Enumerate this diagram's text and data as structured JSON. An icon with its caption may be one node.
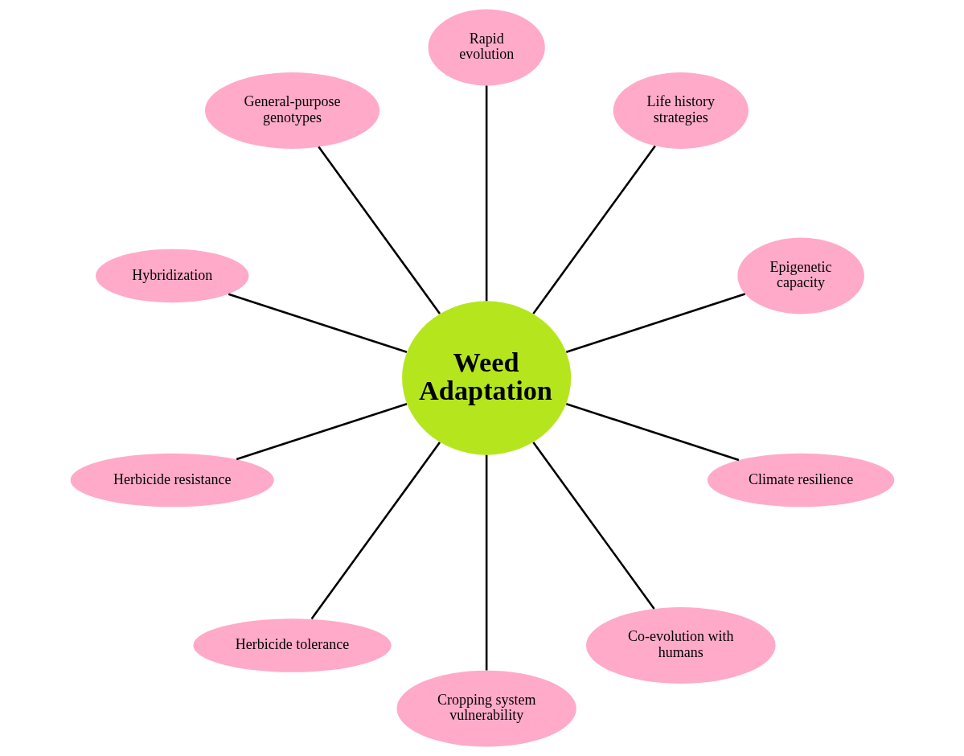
{
  "diagram": {
    "nodes": [
      {
        "text": [
          "Weed Adaptation"
        ]
      },
      {
        "text": [
          "Epigenetic capacity"
        ]
      },
      {
        "text": [
          "Life history strategies"
        ]
      },
      {
        "text": [
          "Rapid evolution"
        ]
      },
      {
        "text": [
          "General-purpose genotypes"
        ]
      },
      {
        "text": [
          "Hybridization"
        ]
      },
      {
        "text": [
          "Herbicide resistance"
        ]
      },
      {
        "text": [
          "Herbicide tolerance"
        ]
      },
      {
        "text": [
          "Cropping system vulnerability"
        ]
      },
      {
        "text": [
          "Co-evolution with humans"
        ]
      },
      {
        "text": [
          "Climate resilience"
        ]
      }
    ],
    "edges": [
      {
        "from": 0,
        "to": 1,
        "arrow": "none"
      },
      {
        "from": 0,
        "to": 2,
        "arrow": "none"
      },
      {
        "from": 0,
        "to": 3,
        "arrow": "none"
      },
      {
        "from": 0,
        "to": 4,
        "arrow": "none"
      },
      {
        "from": 0,
        "to": 5,
        "arrow": "none"
      },
      {
        "from": 0,
        "to": 6,
        "arrow": "none"
      },
      {
        "from": 0,
        "to": 7,
        "arrow": "none"
      },
      {
        "from": 0,
        "to": 8,
        "arrow": "none"
      },
      {
        "from": 0,
        "to": 9,
        "arrow": "none"
      },
      {
        "from": 0,
        "to": 10,
        "arrow": "none"
      }
    ]
  }
}
